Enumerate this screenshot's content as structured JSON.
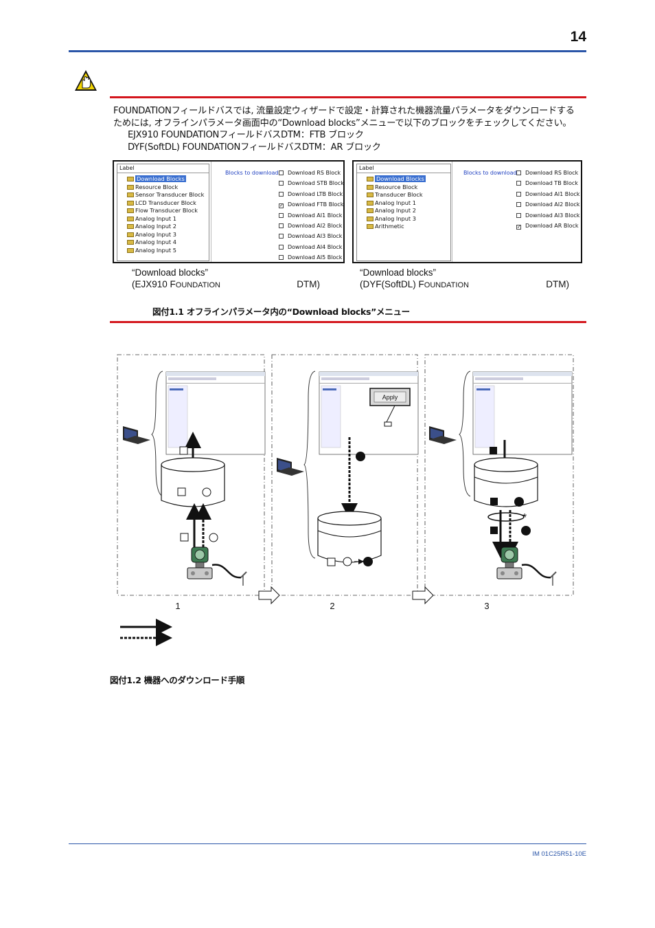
{
  "page_number": "14",
  "intro": {
    "line1": "FOUNDATIONフィールドバスでは, 流量設定ウィザードで設定・計算された機器流量パラメータをダウンロードする",
    "line2": "ためには, オフラインパラメータ画面中の“Download blocks”メニューで以下のブロックをチェックしてください。",
    "line3": "EJX910 FOUNDATIONフィールドバスDTM：FTB ブロック",
    "line4": "DYF(SoftDL) FOUNDATIONフィールドバスDTM：AR ブロック"
  },
  "screenshot_left": {
    "tree_header": "Label",
    "tree_items": [
      "Download Blocks",
      "Resource Block",
      "Sensor Transducer Block",
      "LCD Transducer Block",
      "Flow Transducer Block",
      "Analog Input 1",
      "Analog Input 2",
      "Analog Input 3",
      "Analog Input 4",
      "Analog Input 5"
    ],
    "blocks_label": "Blocks to download:",
    "blocks": [
      {
        "label": "Download RS Block",
        "checked": false
      },
      {
        "label": "Download STB Block",
        "checked": false
      },
      {
        "label": "Download LTB Block",
        "checked": false
      },
      {
        "label": "Download FTB Block",
        "checked": true
      },
      {
        "label": "Download AI1 Block",
        "checked": false
      },
      {
        "label": "Download AI2 Block",
        "checked": false
      },
      {
        "label": "Download AI3 Block",
        "checked": false
      },
      {
        "label": "Download AI4 Block",
        "checked": false
      },
      {
        "label": "Download AI5 Block",
        "checked": false
      }
    ],
    "caption_line1": "“Download blocks”",
    "caption_line2a": "(EJX910 F",
    "caption_line2b": "OUNDATION",
    "caption_line2c": "DTM)"
  },
  "screenshot_right": {
    "tree_header": "Label",
    "tree_items": [
      "Download Blocks",
      "Resource Block",
      "Transducer Block",
      "Analog Input 1",
      "Analog Input 2",
      "Analog Input 3",
      "Arithmetic"
    ],
    "blocks_label": "Blocks to download:",
    "blocks": [
      {
        "label": "Download RS Block",
        "checked": false
      },
      {
        "label": "Download TB Block",
        "checked": false
      },
      {
        "label": "Download AI1 Block",
        "checked": false
      },
      {
        "label": "Download AI2 Block",
        "checked": false
      },
      {
        "label": "Download AI3 Block",
        "checked": false
      },
      {
        "label": "Download AR Block",
        "checked": true
      }
    ],
    "caption_line1": "“Download blocks”",
    "caption_line2a": "(DYF(SoftDL) F",
    "caption_line2b": "OUNDATION",
    "caption_line2c": "DTM)"
  },
  "figure1_caption": "図付1.1  オフラインパラメータ内の“Download blocks”メニュー",
  "figure2": {
    "apply_button": "Apply",
    "step_numbers": [
      "1",
      "2",
      "3"
    ],
    "asterisk": "*"
  },
  "figure2_caption": "図付1.2  機器へのダウンロード手順",
  "doc_id": "IM 01C25R51-10E",
  "colors": {
    "accent_blue": "#2a55a8",
    "warning_red": "#d4151c",
    "caution_yellow": "#f2d400"
  }
}
